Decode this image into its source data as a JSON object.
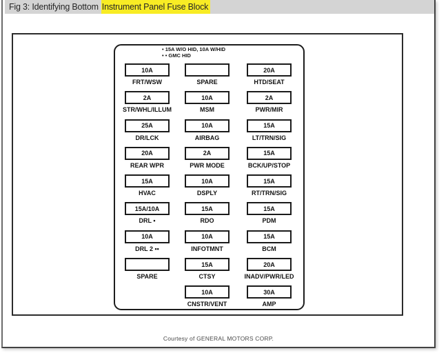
{
  "header": {
    "title_prefix": "Fig 3: Identifying Bottom",
    "title_highlight": "Instrument Panel Fuse Block"
  },
  "colors": {
    "caption_bar_bg": "#d4d4d4",
    "highlight": "#f8ec24",
    "diagram_border": "#1c1c1c"
  },
  "diagram": {
    "legend_line1": "• 15A W/O HID, 10A W/HID",
    "legend_line2": "• • GMC HID",
    "rows": [
      {
        "cells": [
          {
            "amp": "10A",
            "label": "FRT/WSW"
          },
          {
            "amp": "",
            "label": "SPARE"
          },
          {
            "amp": "20A",
            "label": "HTD/SEAT"
          }
        ]
      },
      {
        "cells": [
          {
            "amp": "2A",
            "label": "STR/WHL/ILLUM"
          },
          {
            "amp": "10A",
            "label": "MSM"
          },
          {
            "amp": "2A",
            "label": "PWR/MIR"
          }
        ]
      },
      {
        "cells": [
          {
            "amp": "25A",
            "label": "DR/LCK"
          },
          {
            "amp": "10A",
            "label": "AIRBAG"
          },
          {
            "amp": "15A",
            "label": "LT/TRN/SIG"
          }
        ]
      },
      {
        "cells": [
          {
            "amp": "20A",
            "label": "REAR WPR"
          },
          {
            "amp": "2A",
            "label": "PWR MODE"
          },
          {
            "amp": "15A",
            "label": "BCK/UP/STOP"
          }
        ]
      },
      {
        "cells": [
          {
            "amp": "15A",
            "label": "HVAC"
          },
          {
            "amp": "10A",
            "label": "DSPLY"
          },
          {
            "amp": "15A",
            "label": "RT/TRN/SIG"
          }
        ]
      },
      {
        "cells": [
          {
            "amp": "15A/10A",
            "label": "DRL •"
          },
          {
            "amp": "15A",
            "label": "RDO"
          },
          {
            "amp": "15A",
            "label": "PDM"
          }
        ]
      },
      {
        "cells": [
          {
            "amp": "10A",
            "label": "DRL 2 ••"
          },
          {
            "amp": "10A",
            "label": "INFOTMNT"
          },
          {
            "amp": "15A",
            "label": "BCM"
          }
        ]
      },
      {
        "cells": [
          {
            "amp": "",
            "label": "SPARE"
          },
          {
            "amp": "15A",
            "label": "CTSY"
          },
          {
            "amp": "20A",
            "label": "INADV/PWR/LED"
          }
        ]
      },
      {
        "cells": [
          null,
          {
            "amp": "10A",
            "label": "CNSTR/VENT"
          },
          {
            "amp": "30A",
            "label": "AMP"
          }
        ]
      }
    ],
    "credit": "Courtesy of GENERAL MOTORS CORP."
  }
}
